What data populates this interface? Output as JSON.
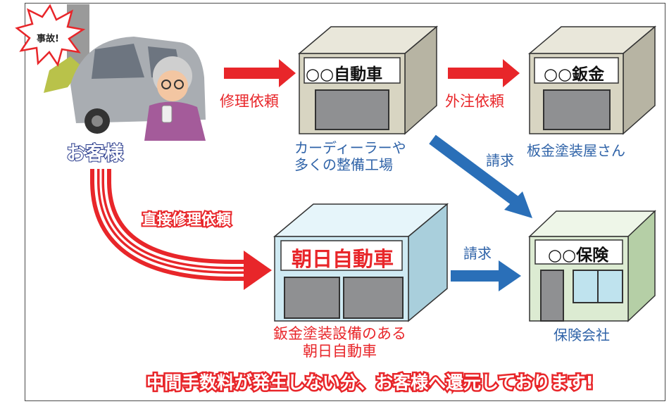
{
  "accident": {
    "burst_text": "事故!"
  },
  "customer": {
    "label": "お客様"
  },
  "dealer": {
    "sign": "○○自動車",
    "caption_line1": "カーディーラーや",
    "caption_line2": "多くの整備工場"
  },
  "body_shop": {
    "sign": "○○鈑金",
    "caption": "板金塗装屋さん"
  },
  "insurance": {
    "sign": "○○保険",
    "caption": "保険会社"
  },
  "asahi": {
    "sign": "朝日自動車",
    "caption_line1": "鈑金塗装設備のある",
    "caption_line2": "朝日自動車"
  },
  "flows": {
    "repair_request": "修理依頼",
    "outsource_request": "外注依頼",
    "claim_1": "請求",
    "claim_2": "請求",
    "direct_request": "直接修理依頼"
  },
  "footer": {
    "message": "中間手数料が発生しない分、お客様へ還元しております!"
  },
  "colors": {
    "red": "#e8262a",
    "blue": "#2a6fb8",
    "navy": "#283a8c",
    "building_gray": "#d8d5c2",
    "building_blue": "#cfeaf3",
    "building_green": "#dcebd2"
  }
}
